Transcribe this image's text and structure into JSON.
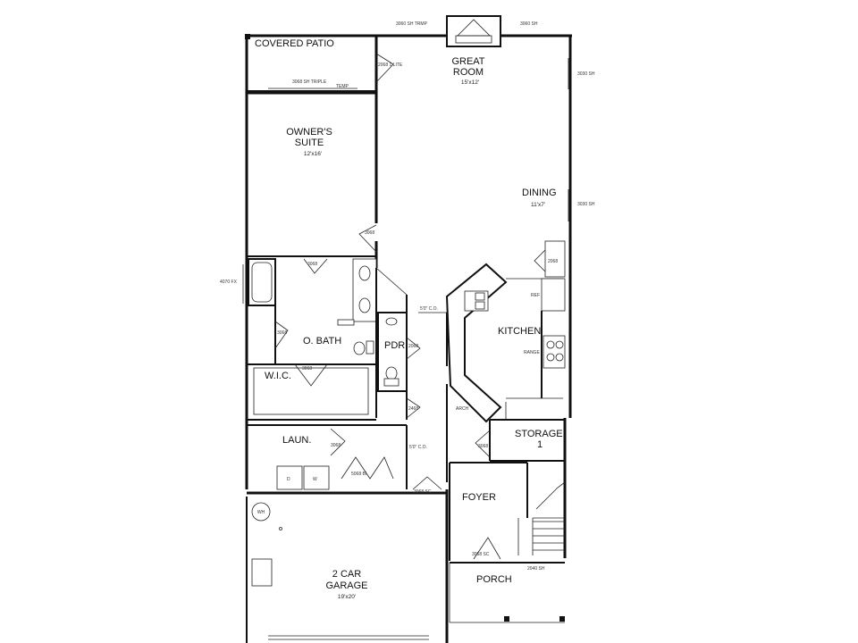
{
  "rooms": {
    "covered_patio": "COVERED  PATIO",
    "great_room": [
      "GREAT",
      "ROOM"
    ],
    "great_room_dim": "15'x12'",
    "owners_suite": [
      "OWNER'S",
      "SUITE"
    ],
    "owners_suite_dim": "12'x16'",
    "dining": "DINING",
    "dining_dim": "11'x7'",
    "kitchen": "KITCHEN",
    "o_bath": "O. BATH",
    "pdr": "PDR",
    "wic": "W.I.C.",
    "laundry": "LAUN.",
    "storage": [
      "STORAGE",
      "1"
    ],
    "foyer": "FOYER",
    "garage": [
      "2 CAR",
      "GARAGE"
    ],
    "garage_dim": "19'x20'",
    "porch": "PORCH"
  },
  "notes": {
    "top_left_window": "3060 SH TRMP",
    "top_right_window": "3060 SH",
    "right_window_1": "3030 SH",
    "right_window_2": "3030 SH",
    "patio_door": "3068 SH TRIPLE",
    "temp": "TEMP",
    "door_1lite": "2068 1 LITE",
    "door_owner": "3068",
    "door_bath": "3068",
    "left_window": "4070 FX",
    "door_obath_side": "3068",
    "door_wic": "3068",
    "door_pdr": "2068",
    "cased_opening_1": "5'0\" C.O.",
    "door_2468": "2468",
    "arch": "ARCH",
    "cased_opening_2": "5'0\" C.O.",
    "door_laundry": "3068",
    "bifold": "5068 BI",
    "garage_door": "3068 SC",
    "storage_door": "3068",
    "front_door": "3068 SC",
    "porch_window": "2040 SH",
    "fridge": "REF",
    "range": "RANGE",
    "pantry": "2068",
    "dryer": "D",
    "washer": "W",
    "water_heater": "WH"
  }
}
